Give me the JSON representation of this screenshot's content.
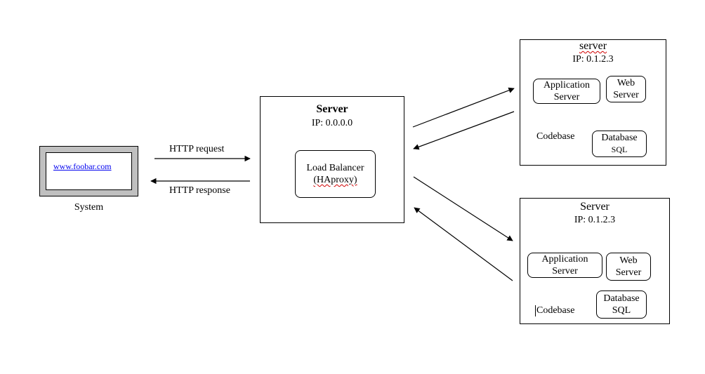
{
  "client": {
    "url": "www.foobar.com",
    "label": "System"
  },
  "http": {
    "request_label": "HTTP request",
    "response_label": "HTTP response"
  },
  "lb_server": {
    "title": "Server",
    "ip": "IP: 0.0.0.0",
    "component_line1": "Load Balancer",
    "component_line2": "(HAproxy)"
  },
  "server_top": {
    "title": "server",
    "ip": "IP: 0.1.2.3",
    "app_line1": "Application",
    "app_line2": "Server",
    "web_line1": "Web",
    "web_line2": "Server",
    "codebase": "Codebase",
    "db_line1": "Database",
    "db_line2": "SQL"
  },
  "server_bottom": {
    "title": "Server",
    "ip": "IP: 0.1.2.3",
    "app_line1": "Application",
    "app_line2": "Server",
    "web_line1": "Web",
    "web_line2": "Server",
    "codebase": "Codebase",
    "db_line1": "Database",
    "db_line2": "SQL"
  }
}
